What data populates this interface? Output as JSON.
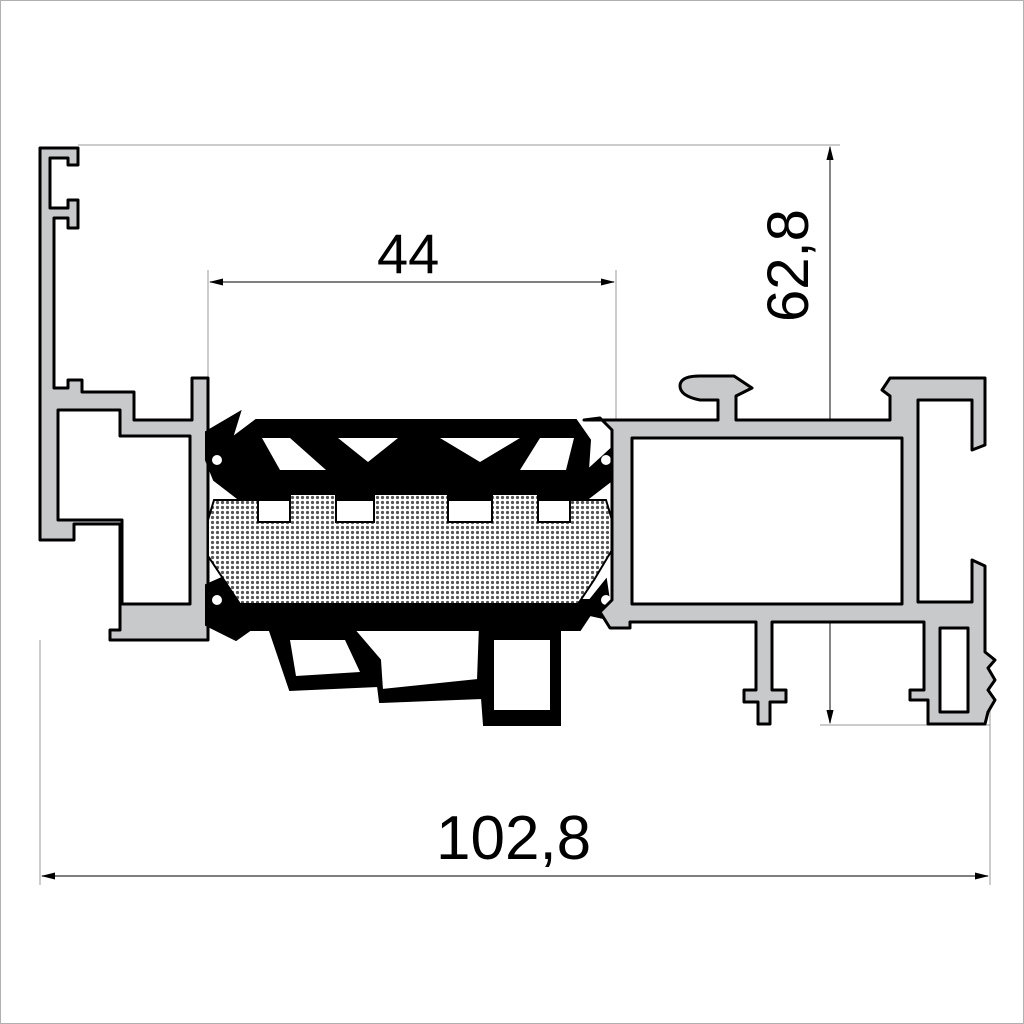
{
  "drawing": {
    "type": "window profile cross-section",
    "dimensions": {
      "overall_width": "102,8",
      "overall_height": "62,8",
      "glazing_width": "44"
    },
    "colors": {
      "aluminium": "#c8c9cb",
      "thermal_break": "#000000",
      "insulation_fill": "#9a9a9a",
      "outline": "#000000",
      "dimension_line": "#555555",
      "background": "#ffffff"
    }
  }
}
